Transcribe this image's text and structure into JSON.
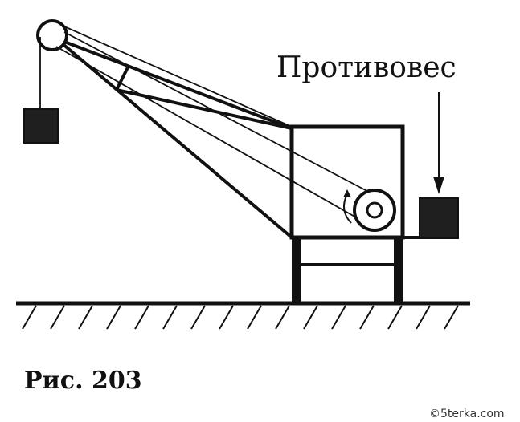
{
  "labels": {
    "counterweight": "Противовес",
    "caption": "Рис. 203",
    "watermark": "©5terka.com"
  },
  "colors": {
    "ink": "#111111",
    "weight_fill": "#1f1f1f",
    "background": "#ffffff"
  }
}
